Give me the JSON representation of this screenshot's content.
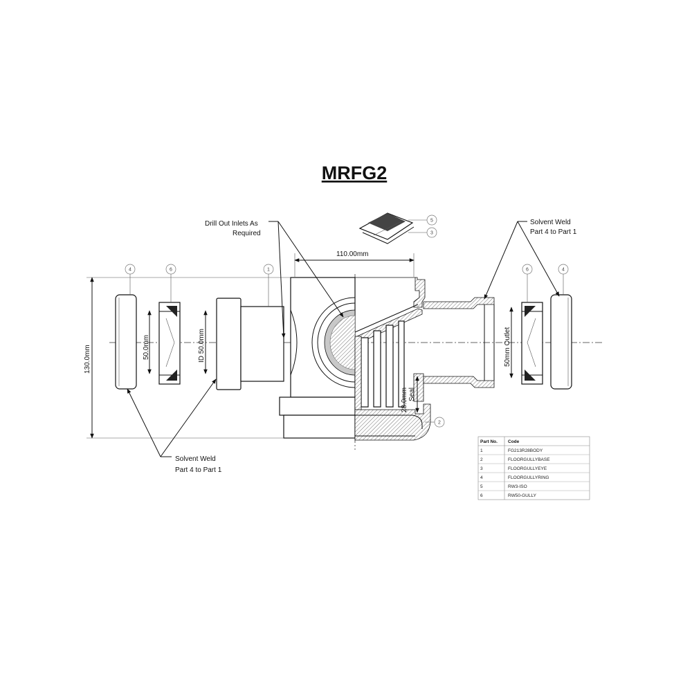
{
  "title": "MRFG2",
  "notes": {
    "drill_out_line1": "Drill Out Inlets As",
    "drill_out_line2": "Required",
    "solvent_right_line1": "Solvent Weld",
    "solvent_right_line2": "Part 4 to Part 1",
    "solvent_left_line1": "Solvent Weld",
    "solvent_left_line2": "Part 4 to Part 1"
  },
  "dimensions": {
    "width_110": "110.00mm",
    "height_130": "130.0mm",
    "dia_50_left": "50.0mm",
    "id_50": "ID 50.0mm",
    "outlet_50": "50mm Outlet",
    "seal_28_line1": "28.0mm",
    "seal_28_line2": "Seal"
  },
  "bubbles": {
    "b4_left": "4",
    "b6_left": "6",
    "b1": "1",
    "b5": "5",
    "b3": "3",
    "b6_right": "6",
    "b4_right": "4",
    "b2": "2"
  },
  "parts_table": {
    "headers": [
      "Part No.",
      "Code"
    ],
    "rows": [
      [
        "1",
        "FG213R28BODY"
      ],
      [
        "2",
        "FLOORGULLYBASE"
      ],
      [
        "3",
        "FLOORGULLYEYE"
      ],
      [
        "4",
        "FLOORGULLYRING"
      ],
      [
        "5",
        "RW3-ISO"
      ],
      [
        "6",
        "RW50-GULLY"
      ]
    ]
  }
}
